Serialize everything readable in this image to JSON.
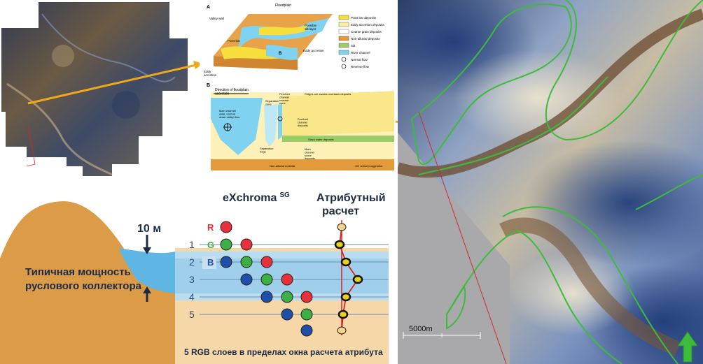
{
  "diagram": {
    "panel_a_label": "A",
    "floodplain": "Floodplain",
    "valley_wall": "Valley wall",
    "possible_silt": "Possible\nsilt layer",
    "point_bar": "Point bar",
    "eddy_accretion_left": "Eddy\naccretion",
    "eddy_accretion_right": "Eddy accretion",
    "b_marker": "B",
    "legend": [
      {
        "label": "Point bar deposits",
        "color": "#f6df3d"
      },
      {
        "label": "Eddy accretion deposits",
        "color": "#fbeea0"
      },
      {
        "label": "Coarse grain deposits",
        "color": "#ffffff"
      },
      {
        "label": "Non-alluvial deposits",
        "color": "#e49a3a"
      },
      {
        "label": "Silt",
        "color": "#9ccc65"
      },
      {
        "label": "River channel",
        "color": "#7fd3f0"
      },
      {
        "label": "Normal flow",
        "color": "#000000"
      },
      {
        "label": "Reverse flow",
        "color": "#000000"
      }
    ],
    "panel_b_label": "B",
    "direction_label": "Direction of floodplain\naccretion",
    "separation_zone": "Separation\nzone",
    "perched_channel": "Perched\nchannel\nreverse\nzone",
    "ridges": "Ridges are swales overbank deposits",
    "main_channel": "Main channel\naxial, normal\ndown valley flow",
    "perched_deposits": "Perched\nchannel\ndeposits",
    "separation_ridge": "Separation\nridge",
    "slack_water": "Slack water deposits",
    "main_channel_deposits": "Main\nchannel\nscour\ndeposits",
    "non_alluvial": "Non-alluvial material",
    "vertical_exag": "10X vertical exaggeration"
  },
  "section": {
    "thickness_label": "10 м",
    "reservoir_label_1": "Типичная мощность",
    "reservoir_label_2": "руслового коллектора",
    "exchroma_title": "eXchroma",
    "exchroma_sup": "SG",
    "attr_title_1": "Атрибутный",
    "attr_title_2": "расчет",
    "channels": [
      {
        "label": "R",
        "color": "#e8303a"
      },
      {
        "label": "G",
        "color": "#3cb043"
      },
      {
        "label": "B",
        "color": "#1f4fa8"
      }
    ],
    "layers": [
      "1",
      "2",
      "3",
      "4",
      "5"
    ],
    "footer": "5 RGB слоев в пределах окна расчета атрибута"
  },
  "map": {
    "scale_label": "5000m"
  }
}
